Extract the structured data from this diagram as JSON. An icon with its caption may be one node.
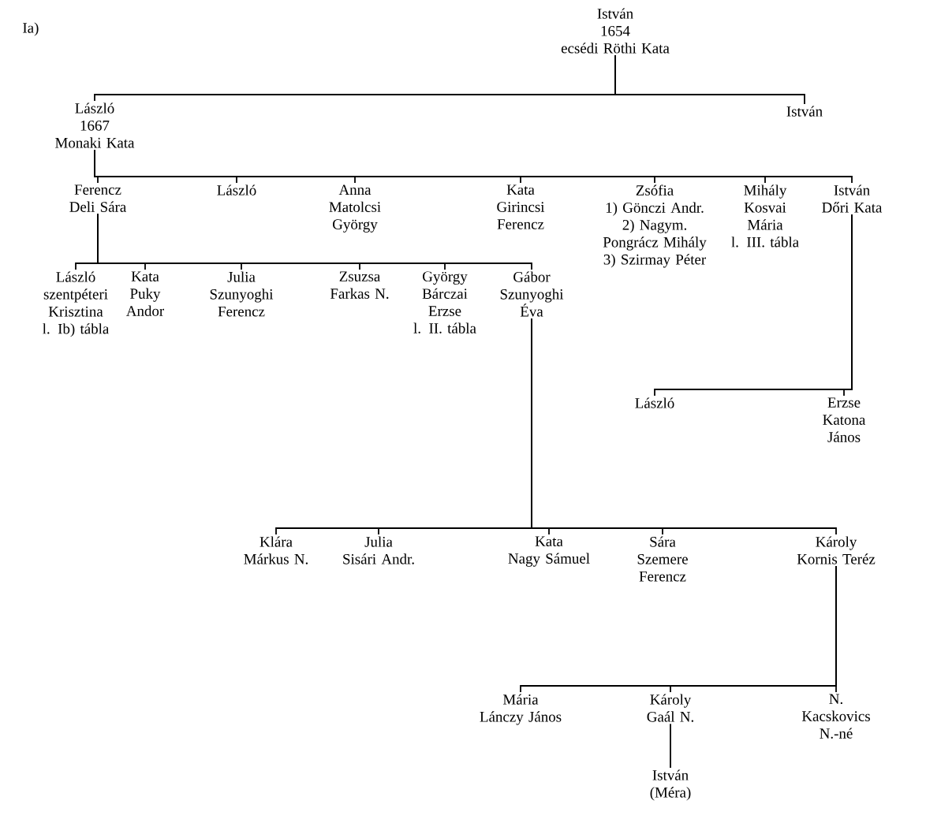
{
  "diagram": {
    "nodes": [
      {
        "text": [
          "István",
          "1654",
          "ecsédi Röthi Kata"
        ]
      },
      {
        "text": [
          "László",
          "1667",
          "Monaki Kata"
        ]
      },
      {
        "text": [
          "István"
        ]
      },
      {
        "text": [
          "Ferencz",
          "Deli Sára"
        ]
      },
      {
        "text": [
          "László"
        ]
      },
      {
        "text": [
          "Anna",
          "Matolcsi",
          "György"
        ]
      },
      {
        "text": [
          "Kata",
          "Girincsi",
          "Ferencz"
        ]
      },
      {
        "text": [
          "Zsófia",
          "1) Gönczi Andr.",
          "2) Nagym. Pongrácz Mihály",
          "3) Szirmay Péter"
        ]
      },
      {
        "text": [
          "Mihály",
          "Kosvai Mária",
          "l. III. tábla"
        ]
      },
      {
        "text": [
          "István",
          "Dőri Kata"
        ]
      },
      {
        "text": [
          "László",
          "szentpéteri Krisztina",
          "l. Ib) tábla"
        ]
      },
      {
        "text": [
          "Kata",
          "Puky Andor"
        ]
      },
      {
        "text": [
          "Julia",
          "Szunyoghi Ferencz"
        ]
      },
      {
        "text": [
          "Zsuzsa",
          "Farkas N."
        ]
      },
      {
        "text": [
          "György",
          "Bárczai Erzse",
          "l. II. tábla"
        ]
      },
      {
        "text": [
          "Gábor",
          "Szunyoghi Éva"
        ]
      },
      {
        "text": [
          "László"
        ]
      },
      {
        "text": [
          "Erzse",
          "Katona János"
        ]
      },
      {
        "text": [
          "Klára",
          "Márkus N."
        ]
      },
      {
        "text": [
          "Julia",
          "Sisári Andr."
        ]
      },
      {
        "text": [
          "Kata",
          "Nagy Sámuel"
        ]
      },
      {
        "text": [
          "Sára",
          "Szemere Ferencz"
        ]
      },
      {
        "text": [
          "Károly",
          "Kornis Teréz"
        ]
      },
      {
        "text": [
          "Mária",
          "Lánczy János"
        ]
      },
      {
        "text": [
          "Károly",
          "Gaál N."
        ]
      },
      {
        "text": [
          "N.",
          "Kacskovics N.-né"
        ]
      },
      {
        "text": [
          "István",
          "(Méra)"
        ]
      }
    ],
    "edges": [
      {
        "from": 0,
        "to": 1,
        "arrow": "none"
      },
      {
        "from": 0,
        "to": 2,
        "arrow": "none"
      },
      {
        "from": 1,
        "to": 3,
        "arrow": "none"
      },
      {
        "from": 1,
        "to": 4,
        "arrow": "none"
      },
      {
        "from": 1,
        "to": 5,
        "arrow": "none"
      },
      {
        "from": 1,
        "to": 6,
        "arrow": "none"
      },
      {
        "from": 1,
        "to": 7,
        "arrow": "none"
      },
      {
        "from": 1,
        "to": 8,
        "arrow": "none"
      },
      {
        "from": 1,
        "to": 9,
        "arrow": "none"
      },
      {
        "from": 3,
        "to": 10,
        "arrow": "none"
      },
      {
        "from": 3,
        "to": 11,
        "arrow": "none"
      },
      {
        "from": 3,
        "to": 12,
        "arrow": "none"
      },
      {
        "from": 3,
        "to": 13,
        "arrow": "none"
      },
      {
        "from": 3,
        "to": 14,
        "arrow": "none"
      },
      {
        "from": 3,
        "to": 15,
        "arrow": "none"
      },
      {
        "from": 9,
        "to": 16,
        "arrow": "none"
      },
      {
        "from": 9,
        "to": 17,
        "arrow": "none"
      },
      {
        "from": 15,
        "to": 18,
        "arrow": "none"
      },
      {
        "from": 15,
        "to": 19,
        "arrow": "none"
      },
      {
        "from": 15,
        "to": 20,
        "arrow": "none"
      },
      {
        "from": 15,
        "to": 21,
        "arrow": "none"
      },
      {
        "from": 15,
        "to": 22,
        "arrow": "none"
      },
      {
        "from": 22,
        "to": 23,
        "arrow": "none"
      },
      {
        "from": 22,
        "to": 24,
        "arrow": "none"
      },
      {
        "from": 22,
        "to": 25,
        "arrow": "none"
      },
      {
        "from": 24,
        "to": 26,
        "arrow": "none"
      }
    ],
    "labels": [
      "Ia)"
    ]
  }
}
